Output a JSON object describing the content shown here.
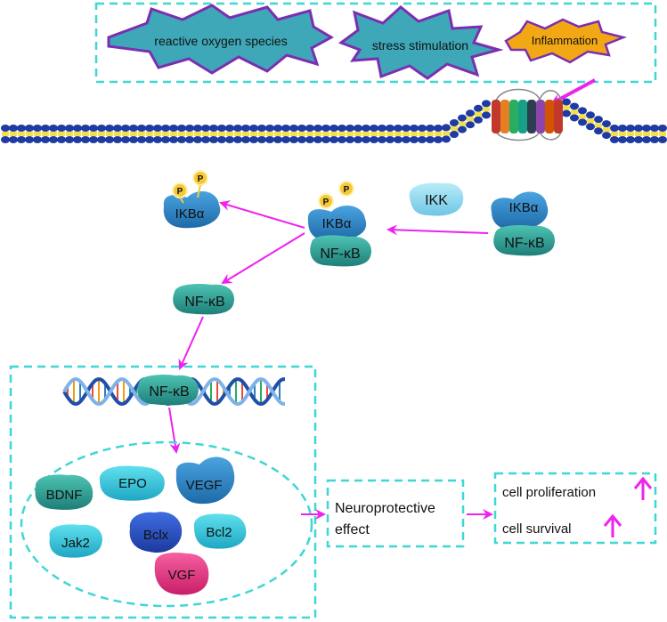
{
  "stimuli": {
    "ros": "reactive oxygen species",
    "stress": "stress stimulation",
    "inflammation": "Inflammation"
  },
  "proteins": {
    "ikba": "IKBα",
    "nfkb": "NF-κB",
    "ikk": "IKK",
    "phospho": "P"
  },
  "genes": {
    "bdnf": "BDNF",
    "epo": "EPO",
    "vegf": "VEGF",
    "jak2": "Jak2",
    "bclx": "Bclx",
    "bcl2": "Bcl2",
    "vgf": "VGF"
  },
  "outcomes": {
    "neuro_line1": "Neuroprotective",
    "neuro_line2": "effect",
    "proliferation": "cell proliferation",
    "survival": "cell survival"
  },
  "colors": {
    "dashed_box": "#3fd6d6",
    "arrow": "#ee22ee",
    "star_fill": "#3ea8b8",
    "star_stroke": "#7a2fb0",
    "inflammation_fill": "#f2a814",
    "ikba_blue": "#2f86c8",
    "nfkb_teal": "#2a9d8f",
    "phospho": "#f5c93a"
  }
}
